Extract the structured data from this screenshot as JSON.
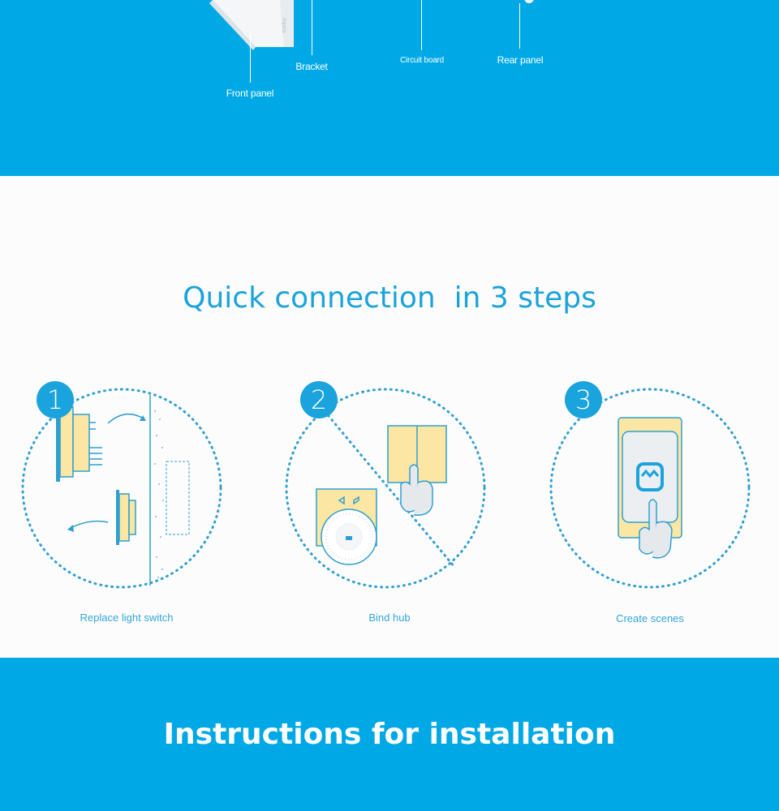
{
  "components": {
    "front_panel": "Front panel",
    "bracket": "Bracket",
    "circuit_board": "Circuit board",
    "rear_panel": "Rear panel",
    "device_brand_mark": "Aqara"
  },
  "quick_connection": {
    "title": "Quick connection  in 3 steps",
    "steps": [
      {
        "number": "1",
        "caption": "Replace light switch"
      },
      {
        "number": "2",
        "caption": "Bind hub"
      },
      {
        "number": "3",
        "caption": "Create scenes"
      }
    ]
  },
  "installation": {
    "title": "Instructions for installation"
  },
  "colors": {
    "brand_blue": "#00a9e5",
    "accent_blue": "#1aa3dc",
    "panel_yellow": "#fbe6a4",
    "stroke_blue": "#2f9fd0"
  }
}
